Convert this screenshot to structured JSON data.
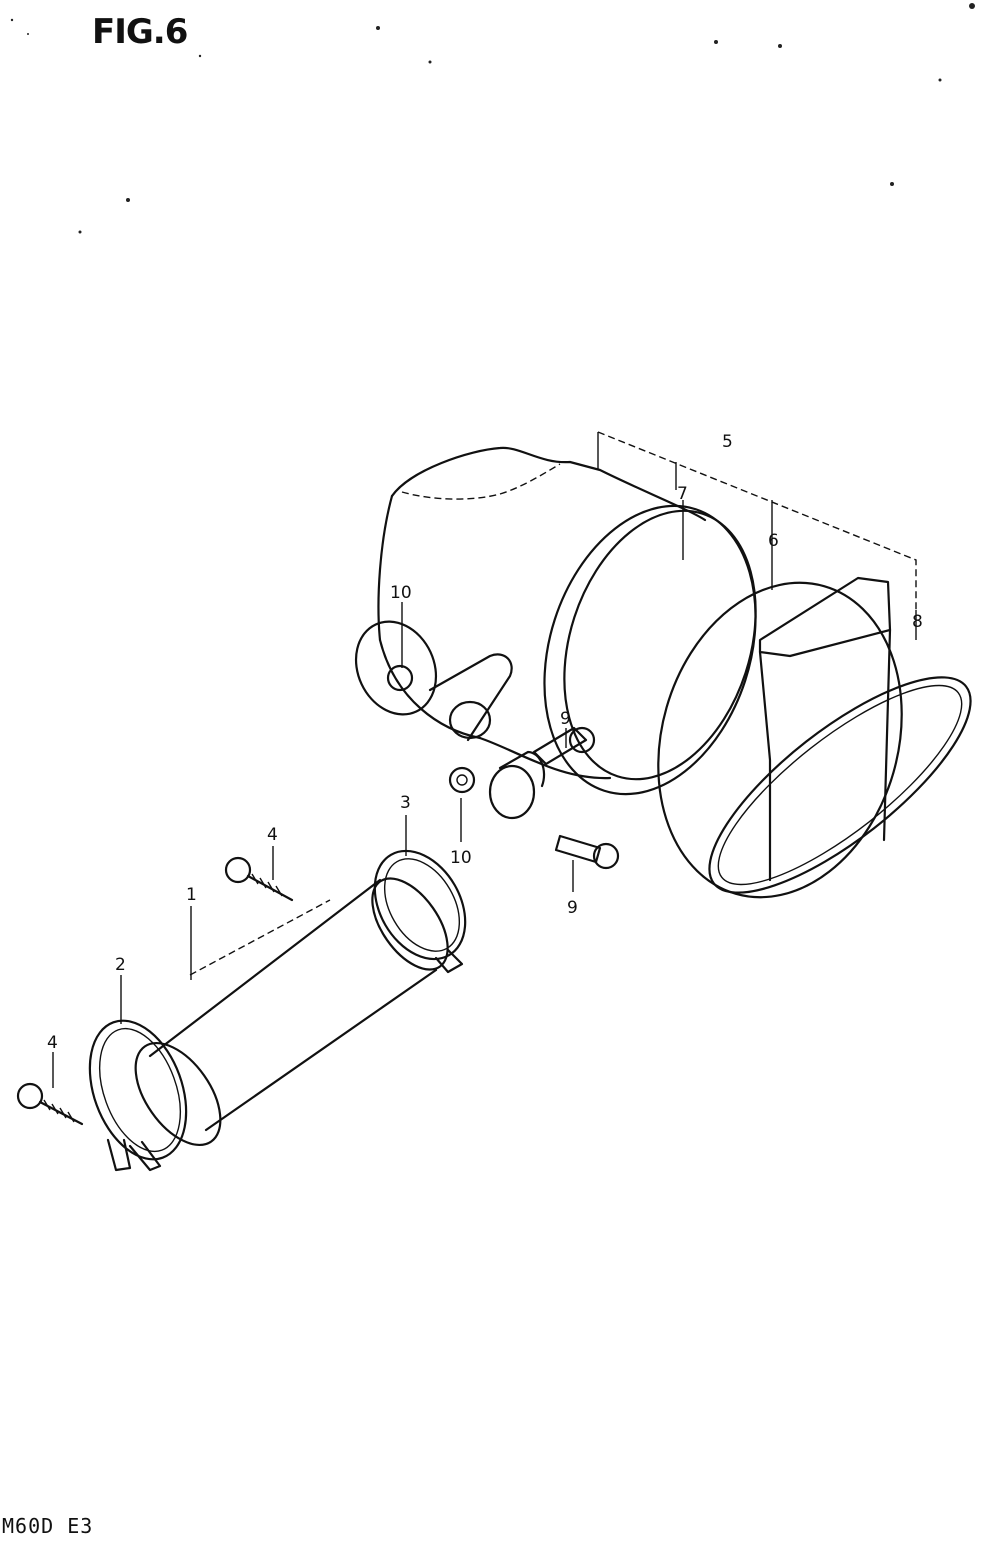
{
  "header": {
    "figure_label": "FIG.6"
  },
  "footer": {
    "model_code": "M60D  E3"
  },
  "callouts": {
    "c1": "1",
    "c2": "2",
    "c3": "3",
    "c4a": "4",
    "c4b": "4",
    "c5": "5",
    "c6": "6",
    "c7": "7",
    "c8": "8",
    "c9a": "9",
    "c9b": "9",
    "c10a": "10",
    "c10b": "10"
  }
}
